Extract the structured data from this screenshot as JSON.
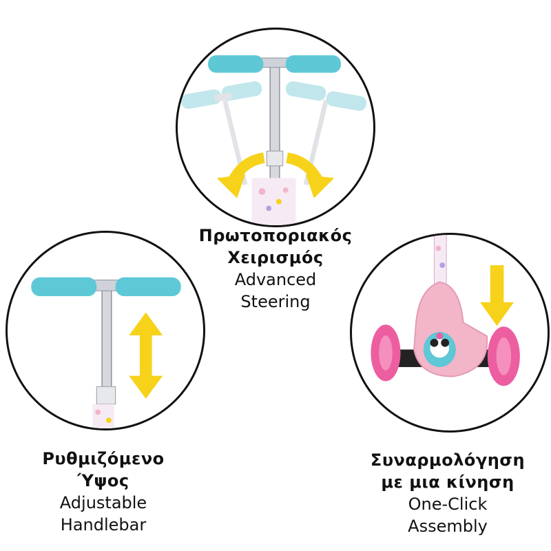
{
  "features": {
    "steering": {
      "title_line1": "Πρωτοποριακός",
      "title_line2": "Χειρισμός",
      "subtitle_line1": "Advanced",
      "subtitle_line2": "Steering"
    },
    "height": {
      "title_line1": "Ρυθμιζόμενο",
      "title_line2": "Ύψος",
      "subtitle_line1": "Adjustable",
      "subtitle_line2": "Handlebar"
    },
    "assembly": {
      "title_line1": "Συναρμολόγηση",
      "title_line2": "με μια κίνηση",
      "subtitle_line1": "One-Click",
      "subtitle_line2": "Assembly"
    }
  },
  "colors": {
    "grip": "#5ec8d6",
    "grip_light": "#b8e4ea",
    "arrow": "#f7d21a",
    "deck_pink": "#f3b5c8",
    "wheel_pink": "#ec5ea0",
    "stem": "#c9ccd3"
  },
  "icons": [
    "steering-illustration",
    "height-illustration",
    "assembly-illustration"
  ]
}
